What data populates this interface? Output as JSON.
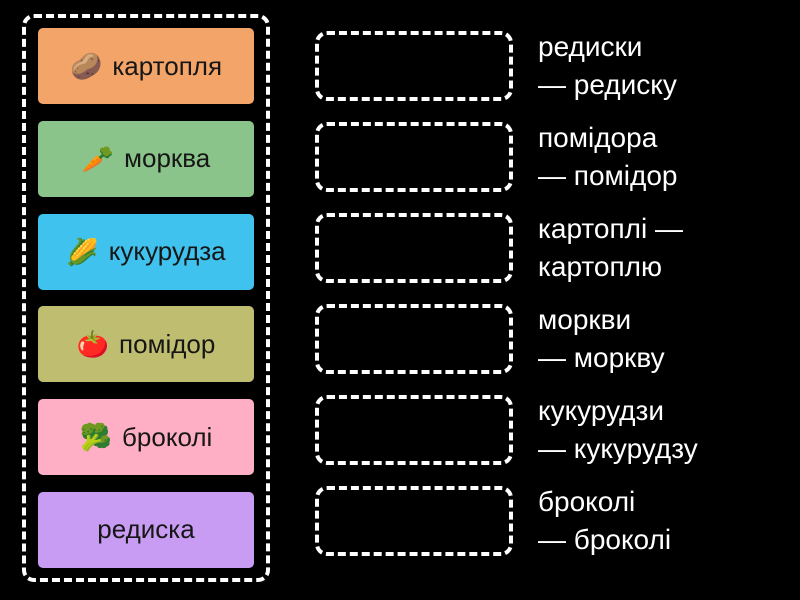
{
  "game": {
    "colors": {
      "background": "#000000",
      "dashed_border": "#ffffff",
      "label_text": "#ffffff",
      "tile_text": "#161616"
    },
    "tiles": [
      {
        "icon": "🥔",
        "label": "картопля",
        "color": "#F3A469"
      },
      {
        "icon": "🥕",
        "label": "морква",
        "color": "#8BC48A"
      },
      {
        "icon": "🌽",
        "label": "кукурудза",
        "color": "#3FC2ED"
      },
      {
        "icon": "🍅",
        "label": "помідор",
        "color": "#BFBE70"
      },
      {
        "icon": "🥦",
        "label": "броколі",
        "color": "#FFAFC5"
      },
      {
        "icon": "",
        "label": "редиска",
        "color": "#C79CF2"
      }
    ],
    "targets": [
      {
        "line1": "редиски",
        "line2": "— редиску"
      },
      {
        "line1": "помідора",
        "line2": "— помідор"
      },
      {
        "line1": "картоплі —",
        "line2": "картоплю"
      },
      {
        "line1": "моркви",
        "line2": "— моркву"
      },
      {
        "line1": "кукурудзи",
        "line2": "— кукурудзу"
      },
      {
        "line1": "броколі",
        "line2": "— броколі"
      }
    ]
  }
}
